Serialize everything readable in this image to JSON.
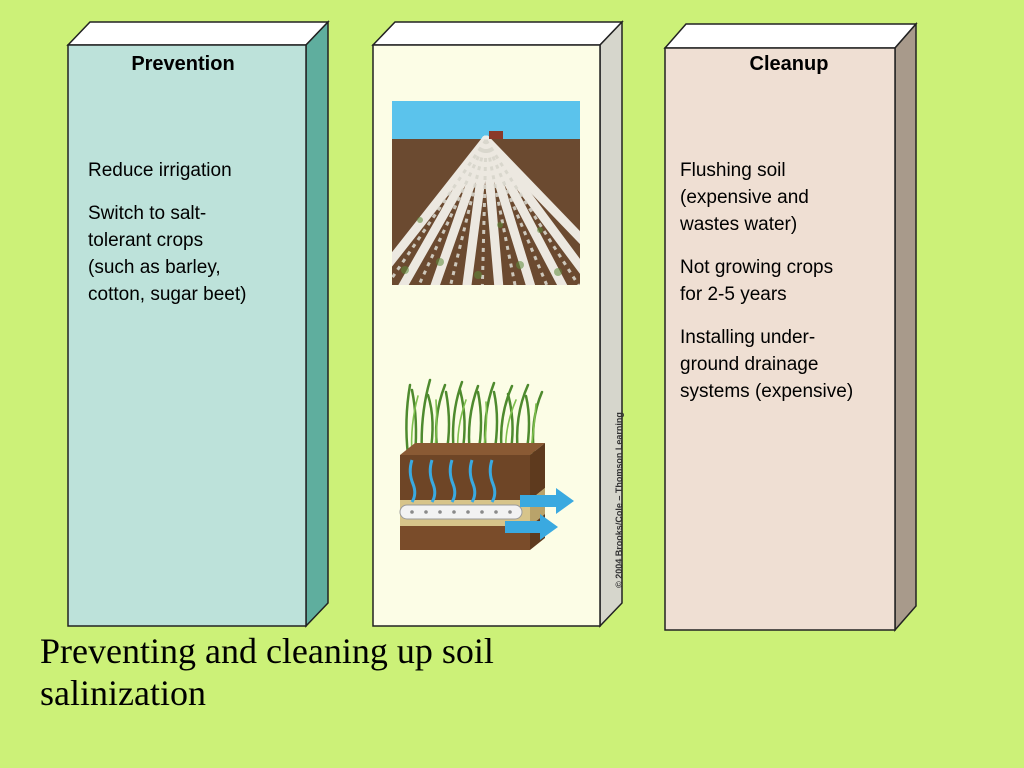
{
  "prevention": {
    "heading": "Prevention",
    "items": [
      "Reduce irrigation",
      "Switch to salt-\ntolerant crops\n(such as barley,\ncotton, sugar beet)"
    ]
  },
  "cleanup": {
    "heading": "Cleanup",
    "items": [
      "Flushing soil\n(expensive and\nwastes water)",
      "Not growing crops\n for 2-5 years",
      "Installing under-\nground drainage\nsystems (expensive)"
    ]
  },
  "image_credit": "© 2004 Brooks/Cole – Thomson Learning",
  "slide_title": "Preventing and cleaning up soil salinization",
  "colors": {
    "background": "#ccf178",
    "prevention_front": "#bde2da",
    "prevention_side": "#5fae9e",
    "middle_front": "#fcfde6",
    "cleanup_front": "#efdfd3",
    "cleanup_side": "#a89a8b"
  }
}
